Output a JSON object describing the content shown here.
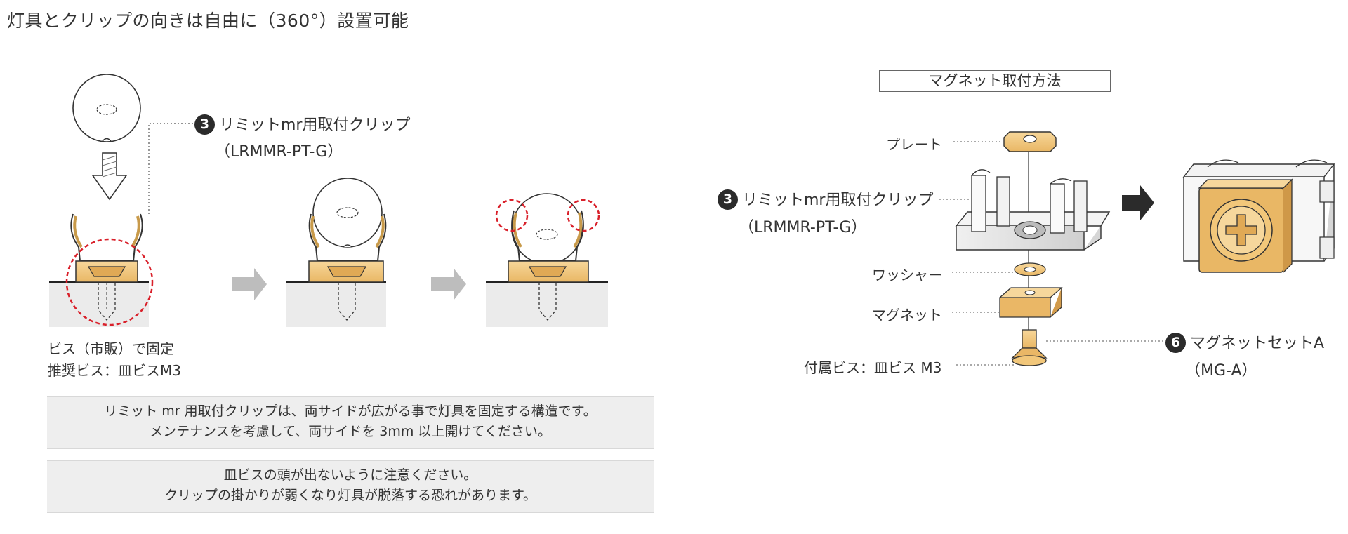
{
  "heading": "灯具とクリップの向きは自由に（360°）設置可能",
  "left": {
    "clip_label": "リミットmr用取付クリップ",
    "clip_code": "（LRMMR-PT-G）",
    "screw_fix": "ビス（市販）で固定",
    "screw_rec": "推奨ビス：皿ビスM3"
  },
  "badges": {
    "clip": "3",
    "magnet_set": "6"
  },
  "notes": [
    {
      "line1": "リミット mr 用取付クリップは、両サイドが広がる事で灯具を固定する構造です。",
      "line2": "メンテナンスを考慮して、両サイドを 3mm 以上開けてください。"
    },
    {
      "line1": "皿ビスの頭が出ないように注意ください。",
      "line2": "クリップの掛かりが弱くなり灯具が脱落する恐れがあります。"
    }
  ],
  "magnet": {
    "title": "マグネット取付方法",
    "plate": "プレート",
    "clip_label": "リミットmr用取付クリップ",
    "clip_code": "（LRMMR-PT-G）",
    "washer": "ワッシャー",
    "magnet": "マグネット",
    "screw": "付属ビス：皿ビス M3",
    "set_label": "マグネットセットA",
    "set_code": "（MG-A）"
  },
  "colors": {
    "gold": "#f2c77a",
    "gold_dark": "#c89a4a",
    "red_dash": "#d9202a",
    "grey_arrow": "#bdbdbd",
    "surface": "#ebebeb"
  }
}
